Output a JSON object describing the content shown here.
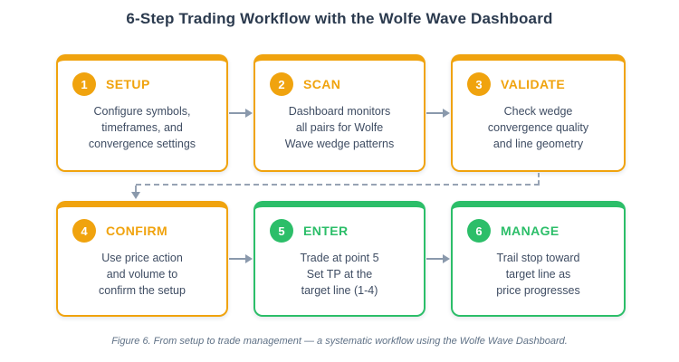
{
  "title": "6-Step Trading Workflow with the Wolfe Wave Dashboard",
  "caption": "Figure 6. From setup to trade management — a systematic workflow using the Wolfe Wave Dashboard.",
  "colors": {
    "orange_accent": "#F0A30E",
    "green_accent": "#2CBE69",
    "arrow_gray": "#8A99AC",
    "title_text": "#2B3A4E",
    "body_text": "#3F4D63",
    "caption_text": "#5F7186"
  },
  "steps": [
    {
      "number": "1",
      "label": "SETUP",
      "color": "orange",
      "description": "Configure symbols,\ntimeframes, and\nconvergence settings"
    },
    {
      "number": "2",
      "label": "SCAN",
      "color": "orange",
      "description": "Dashboard monitors\nall pairs for Wolfe\nWave wedge patterns"
    },
    {
      "number": "3",
      "label": "VALIDATE",
      "color": "orange",
      "description": "Check wedge\nconvergence quality\nand line geometry"
    },
    {
      "number": "4",
      "label": "CONFIRM",
      "color": "orange",
      "description": "Use price action\nand volume to\nconfirm the setup"
    },
    {
      "number": "5",
      "label": "ENTER",
      "color": "green",
      "description": "Trade at point 5\nSet TP at the\ntarget line (1-4)"
    },
    {
      "number": "6",
      "label": "MANAGE",
      "color": "green",
      "description": "Trail stop toward\ntarget line as\nprice progresses"
    }
  ],
  "connectors": {
    "row1_to_row2": "dashed",
    "step_arrows": [
      "1-2",
      "2-3",
      "4-5",
      "5-6"
    ]
  }
}
